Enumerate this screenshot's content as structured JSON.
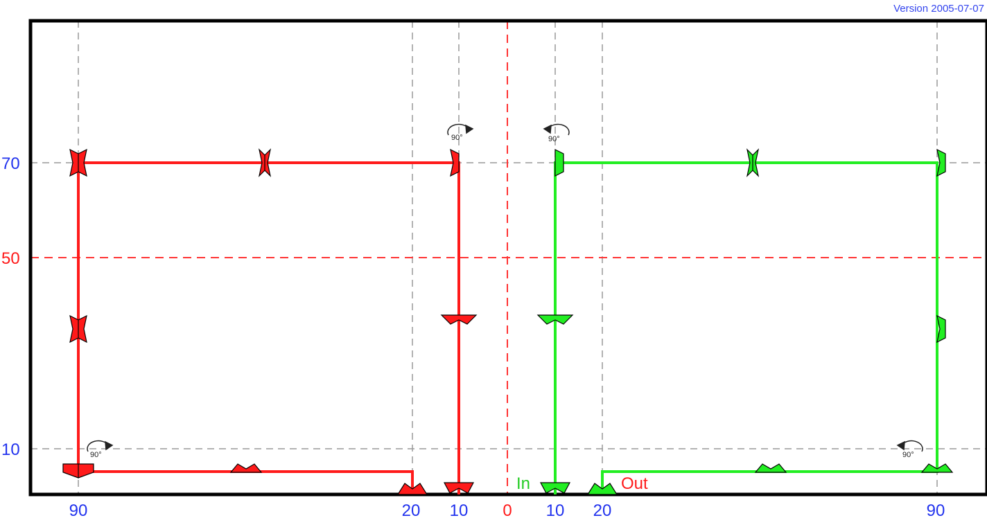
{
  "version": "Version 2005-07-07",
  "colors": {
    "red": "#ff1a1a",
    "green": "#22ee22",
    "grid": "#999999",
    "center": "#ff3333",
    "label_blue": "#2233ee"
  },
  "axes": {
    "x_ticks": [
      {
        "label": "90",
        "color": "blue"
      },
      {
        "label": "20",
        "color": "blue"
      },
      {
        "label": "10",
        "color": "blue"
      },
      {
        "label": "0",
        "color": "red"
      },
      {
        "label": "10",
        "color": "blue"
      },
      {
        "label": "20",
        "color": "blue"
      },
      {
        "label": "90",
        "color": "blue"
      }
    ],
    "y_ticks": [
      {
        "label": "70",
        "color": "blue"
      },
      {
        "label": "50",
        "color": "red"
      },
      {
        "label": "10",
        "color": "blue"
      }
    ]
  },
  "labels": {
    "in": "In",
    "out": "Out"
  },
  "rotation_markers": [
    "90°",
    "90°",
    "90°",
    "90°"
  ]
}
